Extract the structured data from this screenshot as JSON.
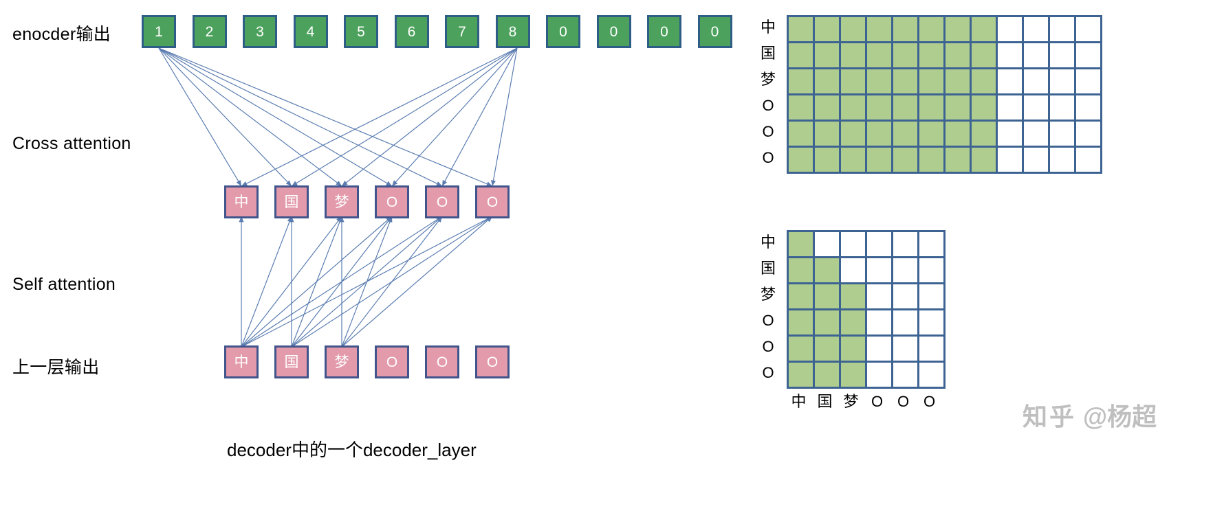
{
  "labels": {
    "encoder_output": "enocder输出",
    "cross_attention": "Cross attention",
    "self_attention": "Self attention",
    "previous_layer_output": "上一层输出"
  },
  "caption": "decoder中的一个decoder_layer",
  "watermark": {
    "site": "知乎",
    "handle": "@杨超"
  },
  "encoder_tokens": [
    "1",
    "2",
    "3",
    "4",
    "5",
    "6",
    "7",
    "8",
    "0",
    "0",
    "0",
    "0"
  ],
  "cross_attention_tokens": [
    "中",
    "国",
    "梦",
    "O",
    "O",
    "O"
  ],
  "decoder_input_tokens": [
    "中",
    "国",
    "梦",
    "O",
    "O",
    "O"
  ],
  "colors": {
    "encoder_box_fill": "#4CA25C",
    "encoder_box_border": "#2E5E86",
    "decoder_box_fill": "#E39AAA",
    "decoder_box_border": "#41558C",
    "matrix_on": "#AFCD8E",
    "matrix_off": "#FFFFFF",
    "matrix_border": "#3D6393",
    "arrow": "#5B7DB1",
    "watermark": "#BFBFBF"
  },
  "chart_data": [
    {
      "type": "heatmap",
      "name": "cross-attention-mask",
      "title": "",
      "row_labels": [
        "中",
        "国",
        "梦",
        "O",
        "O",
        "O"
      ],
      "col_labels": [
        "",
        "",
        "",
        "",
        "",
        "",
        "",
        "",
        "",
        "",
        "",
        ""
      ],
      "rows": 6,
      "cols": 12,
      "values": [
        [
          1,
          1,
          1,
          1,
          1,
          1,
          1,
          1,
          0,
          0,
          0,
          0
        ],
        [
          1,
          1,
          1,
          1,
          1,
          1,
          1,
          1,
          0,
          0,
          0,
          0
        ],
        [
          1,
          1,
          1,
          1,
          1,
          1,
          1,
          1,
          0,
          0,
          0,
          0
        ],
        [
          1,
          1,
          1,
          1,
          1,
          1,
          1,
          1,
          0,
          0,
          0,
          0
        ],
        [
          1,
          1,
          1,
          1,
          1,
          1,
          1,
          1,
          0,
          0,
          0,
          0
        ],
        [
          1,
          1,
          1,
          1,
          1,
          1,
          1,
          1,
          0,
          0,
          0,
          0
        ]
      ]
    },
    {
      "type": "heatmap",
      "name": "self-attention-causal-mask",
      "title": "",
      "row_labels": [
        "中",
        "国",
        "梦",
        "O",
        "O",
        "O"
      ],
      "col_labels": [
        "中",
        "国",
        "梦",
        "O",
        "O",
        "O"
      ],
      "rows": 6,
      "cols": 6,
      "values": [
        [
          1,
          0,
          0,
          0,
          0,
          0
        ],
        [
          1,
          1,
          0,
          0,
          0,
          0
        ],
        [
          1,
          1,
          1,
          0,
          0,
          0
        ],
        [
          1,
          1,
          1,
          0,
          0,
          0
        ],
        [
          1,
          1,
          1,
          0,
          0,
          0
        ],
        [
          1,
          1,
          1,
          0,
          0,
          0
        ]
      ]
    }
  ]
}
